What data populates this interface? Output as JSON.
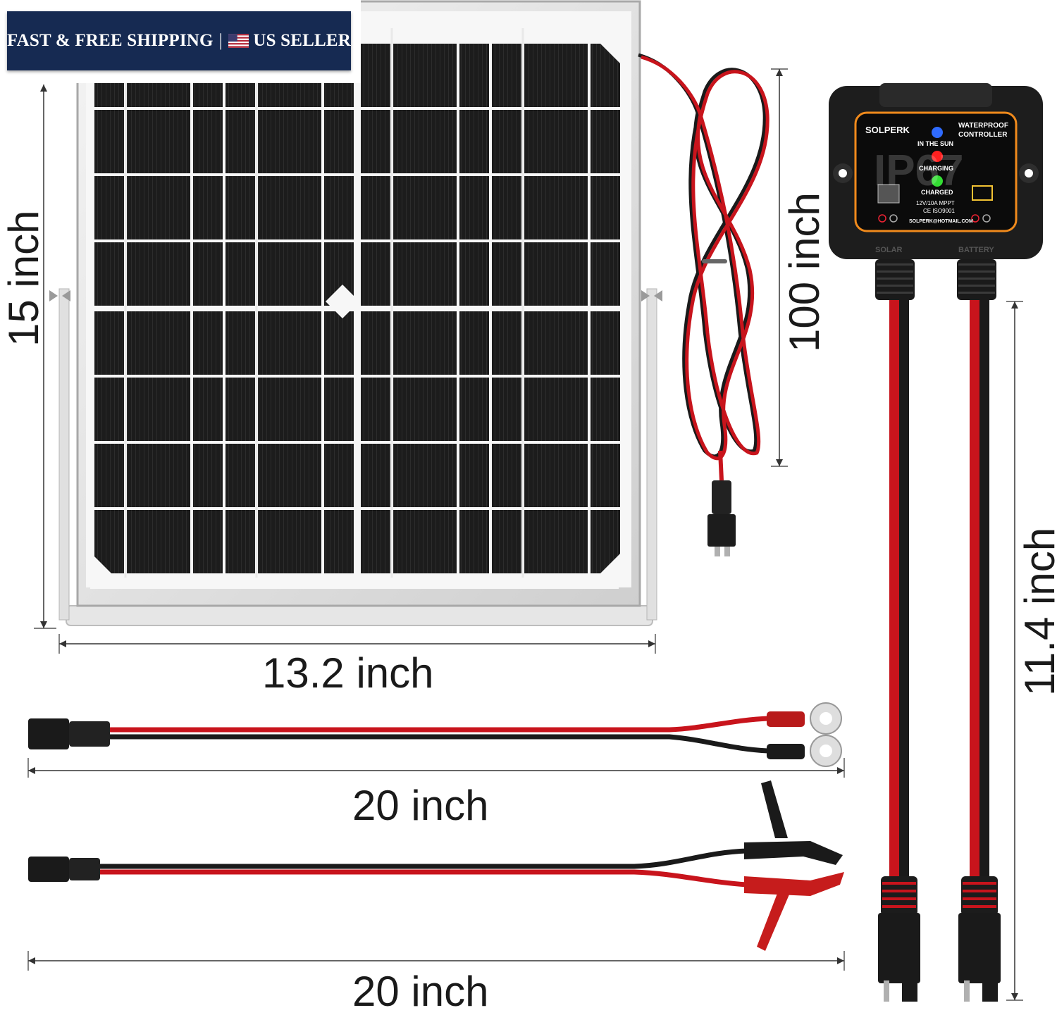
{
  "banner": {
    "text_left": "FAST & FREE SHIPPING",
    "separator": "|",
    "text_right": "US SELLER",
    "flag_icon": "us-flag-icon",
    "background_color": "#162a52"
  },
  "dimensions": {
    "panel_height": "15 inch",
    "panel_width": "13.2 inch",
    "panel_cable": "100 inch",
    "controller_cable": "11.4 inch",
    "ring_terminal_cable": "20 inch",
    "clip_cable": "20 inch"
  },
  "controller": {
    "brand": "SOLPERK",
    "title_line1": "WATERPROOF",
    "title_line2": "CONTROLLER",
    "rating": "IP67",
    "led_sun": "IN THE SUN",
    "led_charging": "CHARGING",
    "led_charged": "CHARGED",
    "spec": "12V/10A  MPPT",
    "cert": "CE ISO9001",
    "email": "SOLPERK@HOTMAIL.COM",
    "port_left": "SOLAR",
    "port_right": "BATTERY",
    "led_colors": {
      "sun": "#2f6bff",
      "charging": "#ff2020",
      "charged": "#33dd33"
    }
  },
  "colors": {
    "wire_red": "#c8141c",
    "wire_black": "#1a1a1a",
    "frame": "#dcdcdc",
    "cell": "#1b1b1b"
  }
}
